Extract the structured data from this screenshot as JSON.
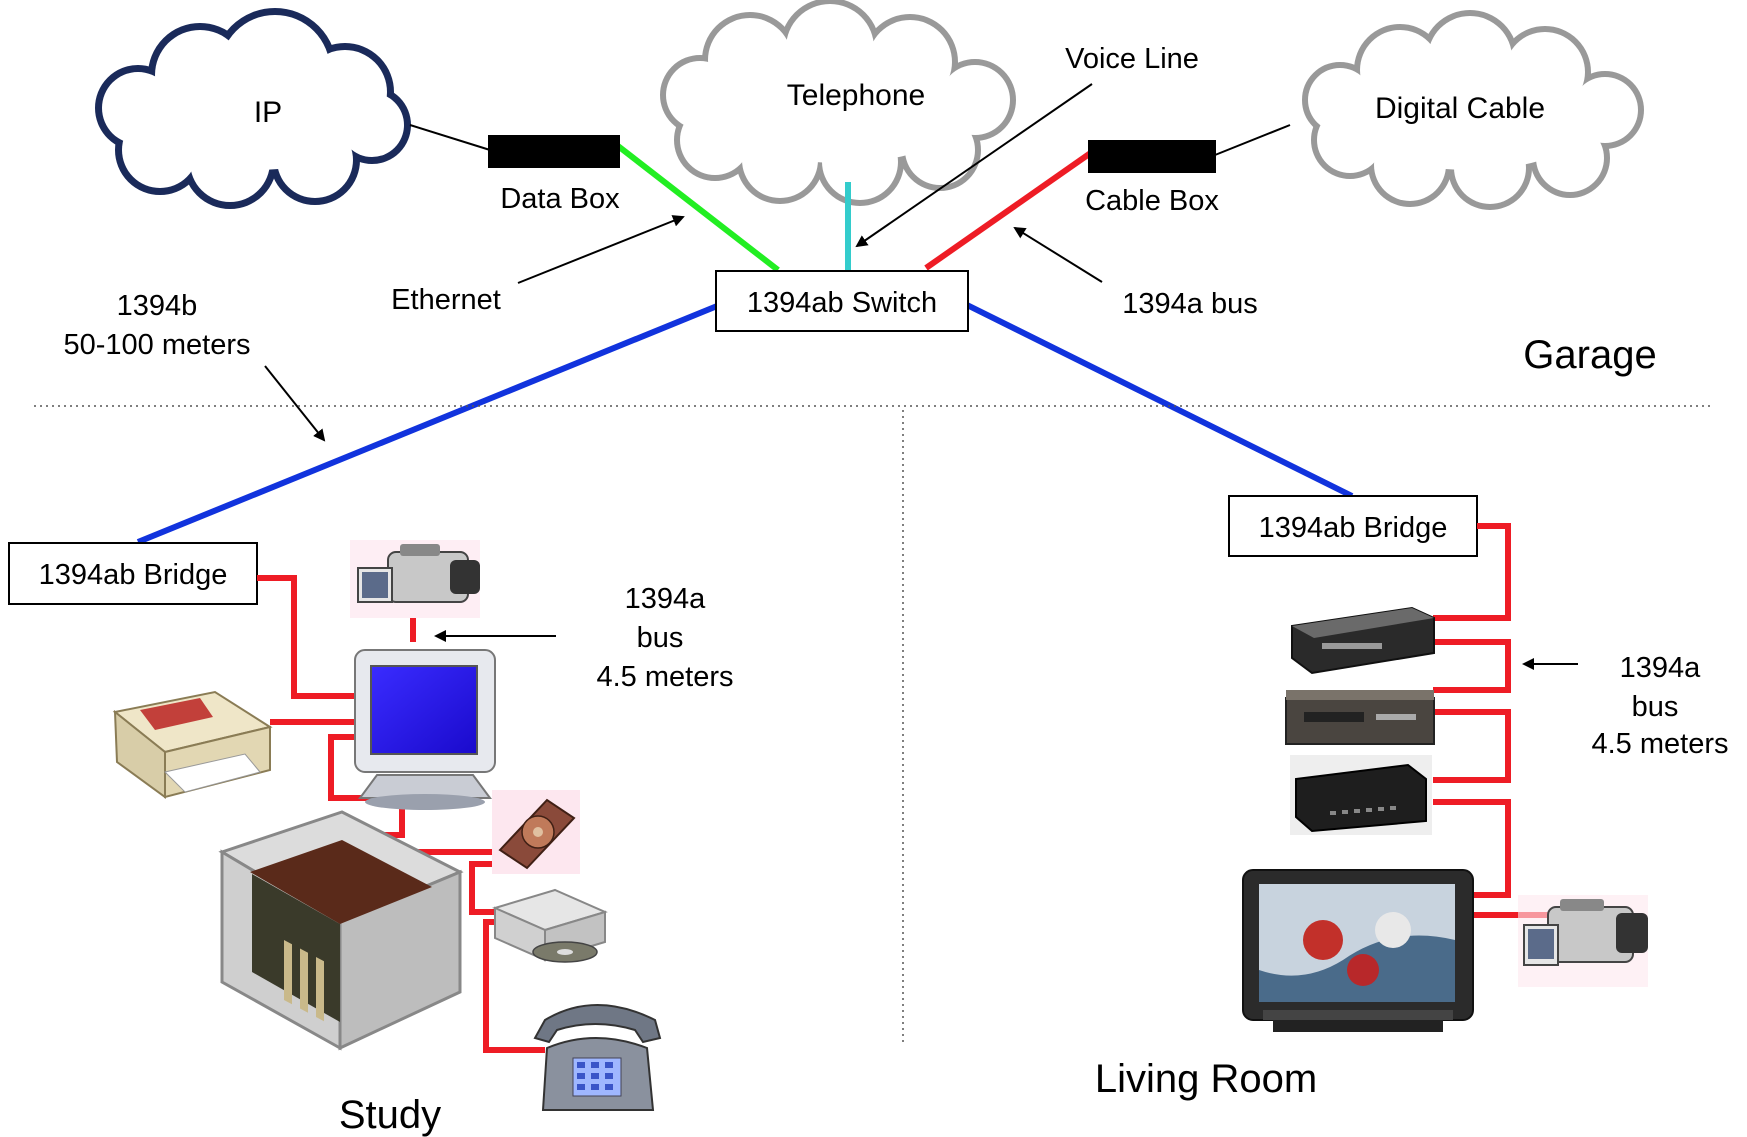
{
  "clouds": {
    "ip": "IP",
    "telephone": "Telephone",
    "digital_cable": "Digital Cable"
  },
  "devices": {
    "data_box": "Data Box",
    "cable_box": "Cable Box",
    "switch": "1394ab Switch",
    "bridge_study": "1394ab Bridge",
    "bridge_living": "1394ab Bridge"
  },
  "annotations": {
    "voice_line": "Voice Line",
    "ethernet": "Ethernet",
    "bus_1394a": "1394a bus",
    "bus_1394b_line1": "1394b",
    "bus_1394b_line2": "50-100 meters",
    "study_bus_line1": "1394a",
    "study_bus_line2": "bus",
    "study_bus_line3": "4.5 meters",
    "living_bus_line1": "1394a",
    "living_bus_line2": "bus",
    "living_bus_line3": "4.5 meters"
  },
  "zones": {
    "garage": "Garage",
    "study": "Study",
    "living_room": "Living Room"
  },
  "colors": {
    "ethernet": "#22ee22",
    "voice_line": "#33cccc",
    "bus_1394a": "#ee1c25",
    "bus_1394b": "#1133dd",
    "cloud_ip": "#1a2a5a",
    "cloud_gray": "#999999"
  },
  "icons": {
    "study": [
      "camcorder-icon",
      "monitor-icon",
      "printer-icon",
      "pc-case-icon",
      "hard-drive-icon",
      "dvd-drive-icon",
      "telephone-icon"
    ],
    "living_room": [
      "receiver-icon",
      "vcr-icon",
      "set-top-box-icon",
      "television-icon",
      "camcorder-icon"
    ]
  }
}
